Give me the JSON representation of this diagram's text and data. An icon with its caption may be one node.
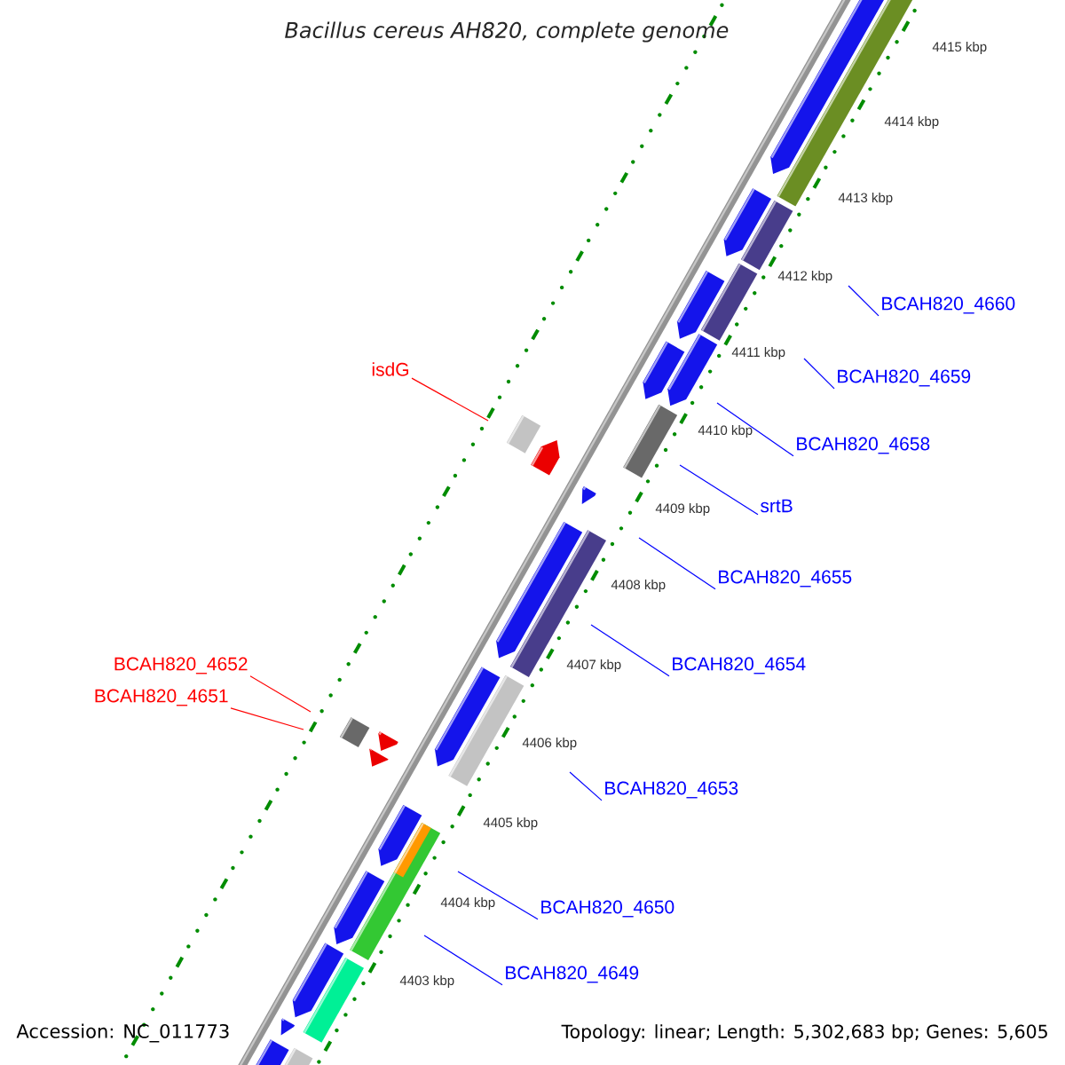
{
  "diagram": {
    "title": "Bacillus cereus AH820, complete genome",
    "nodes": [
      {
        "text": [
          "isdG"
        ]
      },
      {
        "text": [
          "BCAH820_4652"
        ]
      },
      {
        "text": [
          "BCAH820_4651"
        ]
      },
      {
        "text": [
          "BCAH820_4660"
        ]
      },
      {
        "text": [
          "BCAH820_4659"
        ]
      },
      {
        "text": [
          "BCAH820_4658"
        ]
      },
      {
        "text": [
          "srtB"
        ]
      },
      {
        "text": [
          "BCAH820_4655"
        ]
      },
      {
        "text": [
          "BCAH820_4654"
        ]
      },
      {
        "text": [
          "BCAH820_4653"
        ]
      },
      {
        "text": [
          "BCAH820_4650"
        ]
      },
      {
        "text": [
          "BCAH820_4649"
        ]
      }
    ],
    "edges": [
      {
        "from": 0,
        "to": null,
        "arrow": "none",
        "color": "#ff0000"
      },
      {
        "from": 1,
        "to": null,
        "arrow": "none",
        "color": "#ff0000"
      },
      {
        "from": 2,
        "to": null,
        "arrow": "none",
        "color": "#ff0000"
      },
      {
        "from": 3,
        "to": null,
        "arrow": "none"
      },
      {
        "from": 4,
        "to": null,
        "arrow": "none"
      },
      {
        "from": 5,
        "to": null,
        "arrow": "none"
      },
      {
        "from": 6,
        "to": null,
        "arrow": "none"
      },
      {
        "from": 7,
        "to": null,
        "arrow": "none"
      },
      {
        "from": 8,
        "to": null,
        "arrow": "none"
      },
      {
        "from": 9,
        "to": null,
        "arrow": "none"
      },
      {
        "from": 10,
        "to": null,
        "arrow": "none"
      },
      {
        "from": 11,
        "to": null,
        "arrow": "none"
      }
    ],
    "labels": [
      "4415 kbp",
      "4414 kbp",
      "4413 kbp",
      "4412 kbp",
      "4411 kbp",
      "4410 kbp",
      "4409 kbp",
      "4408 kbp",
      "4407 kbp",
      "4406 kbp",
      "4405 kbp",
      "4404 kbp",
      "4403 kbp",
      "Accession: NC_011773",
      "Topology: linear; Length: 5,302,683 bp; Genes: 5,605"
    ]
  }
}
